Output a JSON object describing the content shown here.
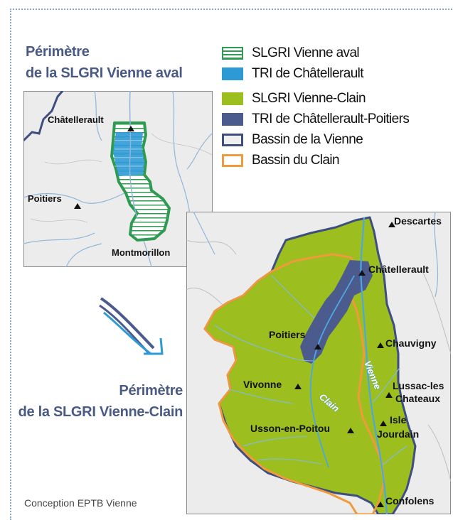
{
  "titles": {
    "aval": [
      "Périmètre",
      "de la SLGRI Vienne aval"
    ],
    "clain": [
      "Périmètre",
      "de la SLGRI Vienne-Clain"
    ]
  },
  "legend": [
    {
      "label": "SLGRI Vienne aval",
      "swatch": "hatch-green"
    },
    {
      "label": "TRI de Châtellerault",
      "swatch": "blue"
    },
    {
      "label": "SLGRI Vienne-Clain",
      "swatch": "green"
    },
    {
      "label": "TRI de Châtellerault-Poitiers",
      "swatch": "navy"
    },
    {
      "label": "Bassin de la Vienne",
      "swatch": "outline-navy"
    },
    {
      "label": "Bassin du Clain",
      "swatch": "outline-orange"
    }
  ],
  "map_aval": {
    "places": [
      "Châtellerault",
      "Poitiers",
      "Montmorillon"
    ]
  },
  "map_clain": {
    "places": [
      "Descartes",
      "Châtellerault",
      "Poitiers",
      "Chauvigny",
      "Vivonne",
      "Lussac-les",
      "Chateaux",
      "Usson-en-Poitou",
      "Isle",
      "Jourdain",
      "Confolens"
    ],
    "rivers": [
      "Vienne",
      "Clain"
    ]
  },
  "colors": {
    "title": "#4a5a86",
    "slgri_aval": "#2e9a52",
    "tri_chatellerault": "#2d9ad6",
    "slgri_vienne_clain": "#9cbe1f",
    "tri_chatellerault_poitiers": "#4b5b8e",
    "bassin_vienne": "#3e4e80",
    "bassin_clain": "#ef9b3c"
  },
  "credit": "Conception EPTB Vienne"
}
